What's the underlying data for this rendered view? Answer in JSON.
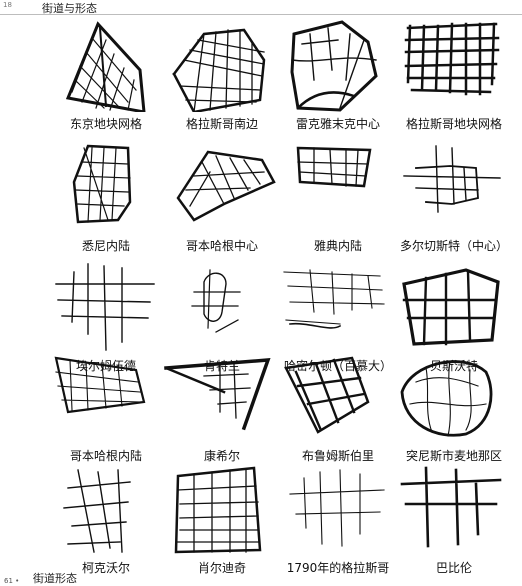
{
  "header": {
    "page_number": "18",
    "running_title": "街道与形态"
  },
  "footer": {
    "page_number": "61 •",
    "running_title": "街道形态"
  },
  "plans": [
    {
      "id": "tokyo",
      "caption": "东京地块网格"
    },
    {
      "id": "glasgow-south",
      "caption": "格拉斯哥南边"
    },
    {
      "id": "reykjavik",
      "caption": "雷克雅末克中心"
    },
    {
      "id": "glasgow-grid",
      "caption": "格拉斯哥地块网格"
    },
    {
      "id": "sydney",
      "caption": "悉尼内陆"
    },
    {
      "id": "copenhagen-center",
      "caption": "哥本哈根中心"
    },
    {
      "id": "athens",
      "caption": "雅典内陆"
    },
    {
      "id": "dorchester",
      "caption": "多尔切斯特（中心）"
    },
    {
      "id": "amwell",
      "caption": "埃尔姆伍德"
    },
    {
      "id": "portland",
      "caption": "肯特兰"
    },
    {
      "id": "hamilton",
      "caption": "哈密尔顿（百慕大）"
    },
    {
      "id": "basildon",
      "caption": "贝斯沃特"
    },
    {
      "id": "copenhagen-inner",
      "caption": "哥本哈根内陆"
    },
    {
      "id": "canterbury",
      "caption": "康希尔"
    },
    {
      "id": "bloomsbury",
      "caption": "布鲁姆斯伯里"
    },
    {
      "id": "tunis",
      "caption": "突尼斯市麦地那区"
    },
    {
      "id": "kirkwall",
      "caption": "柯克沃尔"
    },
    {
      "id": "sheffield",
      "caption": "肖尔迪奇"
    },
    {
      "id": "glasgow-1790",
      "caption": "1790年的格拉斯哥"
    },
    {
      "id": "barbican",
      "caption": "巴比伦"
    }
  ]
}
